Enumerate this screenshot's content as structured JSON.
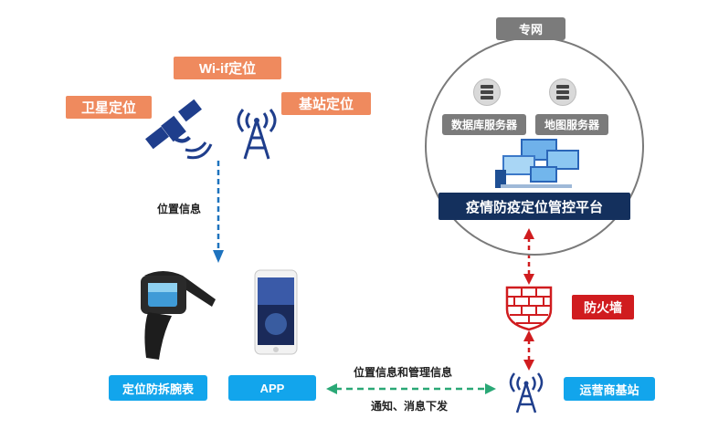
{
  "positioning": {
    "wifi": "Wi-if定位",
    "satellite": "卫星定位",
    "base_station": "基站定位"
  },
  "location_info_label": "位置信息",
  "devices": {
    "watch": "定位防拆腕表",
    "app": "APP"
  },
  "private_network": {
    "label": "专网",
    "db_server": "数据库服务器",
    "map_server": "地图服务器",
    "platform": "疫情防疫定位管控平台"
  },
  "firewall": "防火墙",
  "carrier_station": "运营商基站",
  "link_labels": {
    "top": "位置信息和管理信息",
    "bottom": "通知、消息下发"
  },
  "colors": {
    "orange": "#ef8a5e",
    "blue": "#12a5ec",
    "navy": "#14305d",
    "red": "#d01c1f",
    "gray": "#7b7b7b",
    "green": "#2aa876"
  }
}
